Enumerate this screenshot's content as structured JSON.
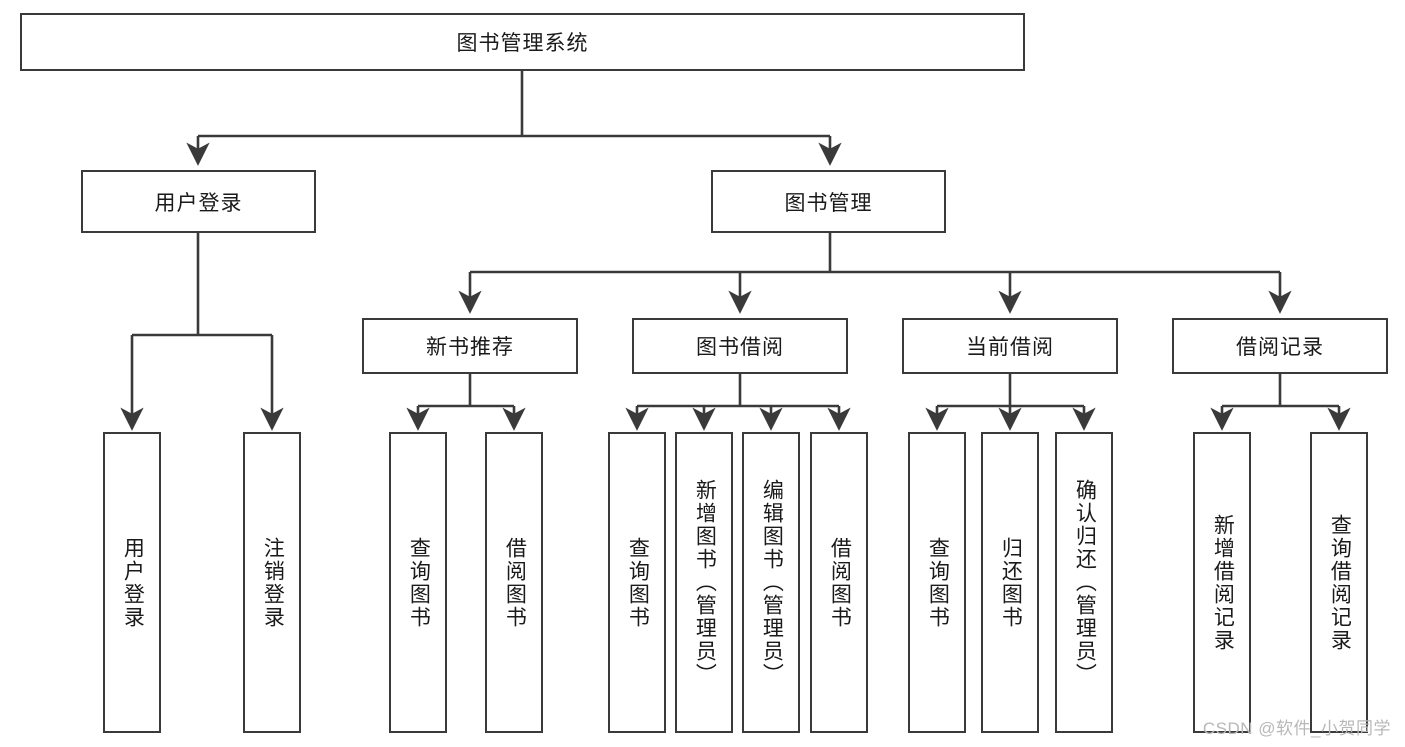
{
  "diagram": {
    "title": "图书管理系统",
    "type": "tree-hierarchy-diagram",
    "watermark": "CSDN @软件_小贺同学",
    "colors": {
      "border": "#3a3a3a",
      "background": "#ffffff",
      "text": "#1a1a1a",
      "edge": "#3a3a3a",
      "watermark": "#b8b8b8"
    },
    "nodes": {
      "root": {
        "label": "图书管理系统"
      },
      "level2": [
        {
          "id": "user-login",
          "label": "用户登录"
        },
        {
          "id": "book-manage",
          "label": "图书管理"
        }
      ],
      "level3": [
        {
          "id": "new-book-recommend",
          "label": "新书推荐"
        },
        {
          "id": "book-borrow",
          "label": "图书借阅"
        },
        {
          "id": "current-borrow",
          "label": "当前借阅"
        },
        {
          "id": "borrow-record",
          "label": "借阅记录"
        }
      ],
      "leaves": {
        "user_login": [
          {
            "id": "leaf-user-login",
            "label": "用户登录"
          },
          {
            "id": "leaf-logout-login",
            "label": "注销登录"
          }
        ],
        "new_book_recommend": [
          {
            "id": "leaf-query-book-1",
            "label": "查询图书"
          },
          {
            "id": "leaf-borrow-book-1",
            "label": "借阅图书"
          }
        ],
        "book_borrow": [
          {
            "id": "leaf-query-book-2",
            "label": "查询图书"
          },
          {
            "id": "leaf-add-book",
            "label": "新增图书（管理员）"
          },
          {
            "id": "leaf-edit-book",
            "label": "编辑图书（管理员）"
          },
          {
            "id": "leaf-borrow-book-2",
            "label": "借阅图书"
          }
        ],
        "current_borrow": [
          {
            "id": "leaf-query-book-3",
            "label": "查询图书"
          },
          {
            "id": "leaf-return-book",
            "label": "归还图书"
          },
          {
            "id": "leaf-confirm-return",
            "label": "确认归还（管理员）"
          }
        ],
        "borrow_record": [
          {
            "id": "leaf-add-borrow-record",
            "label": "新增借阅记录"
          },
          {
            "id": "leaf-query-borrow-record",
            "label": "查询借阅记录"
          }
        ]
      }
    }
  }
}
